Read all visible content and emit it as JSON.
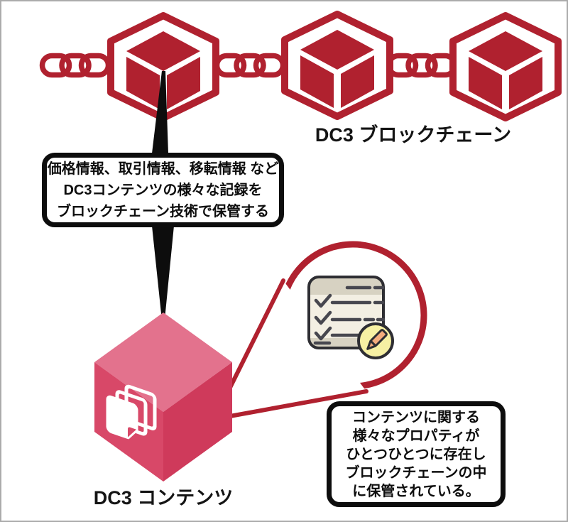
{
  "title": "DC3 blockchain and content diagram",
  "colors": {
    "red": "#B0212F",
    "pink_top": "#E3728D",
    "pink_left": "#D84868",
    "pink_right": "#CF3A5B",
    "ink": "#0D0D0D",
    "doc_fill": "#F3EFE3",
    "doc_band": "#D7D2C2",
    "doc_stroke": "#2E2E33",
    "mark": "#47474F",
    "badge_fill": "#F6F0A3",
    "pencil_fill": "#F3AC7D",
    "border_gray": "#ABABAB"
  },
  "blockchain": {
    "label": "DC3 ブロックチェーン"
  },
  "content_cube": {
    "label": "DC3 コンテンツ"
  },
  "callout_top": {
    "lines": [
      "価格情報、取引情報、移転情報 など",
      "DC3コンテンツの様々な記録を",
      "ブロックチェーン技術で保管する"
    ]
  },
  "callout_bottom": {
    "lines": [
      "コンテンツに関する",
      "様々なプロパティが",
      "ひとつひとつに存在し",
      "ブロックチェーンの中",
      "に保管されている。"
    ]
  },
  "icons": {
    "blockchain_cube": "cube-in-hexagon",
    "chain": "three-oval-chain-links",
    "content_cube": "pink-3d-cube",
    "documents": "stacked-pages",
    "magnifier_circle": "zoom-detail-circle",
    "checklist": "checklist-note",
    "pencil_badge": "pencil-in-circle",
    "pointer_top": "black-wedge-pointer",
    "pointer_bottom": "black-wedge-pointer",
    "pointer_detail": "red-callout-triangle"
  }
}
